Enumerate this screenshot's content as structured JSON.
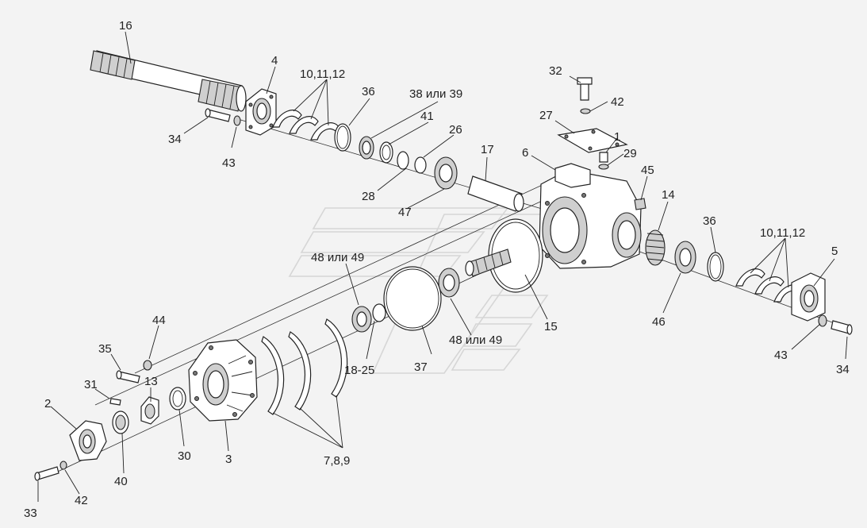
{
  "labels": [
    {
      "id": "16",
      "text": "16"
    },
    {
      "id": "4",
      "text": "4"
    },
    {
      "id": "10a",
      "text": "10,11,12"
    },
    {
      "id": "36a",
      "text": "36"
    },
    {
      "id": "38",
      "text": "38 или 39"
    },
    {
      "id": "41",
      "text": "41"
    },
    {
      "id": "26",
      "text": "26"
    },
    {
      "id": "34a",
      "text": "34"
    },
    {
      "id": "43a",
      "text": "43"
    },
    {
      "id": "28",
      "text": "28"
    },
    {
      "id": "17",
      "text": "17"
    },
    {
      "id": "47",
      "text": "47"
    },
    {
      "id": "32",
      "text": "32"
    },
    {
      "id": "42a",
      "text": "42"
    },
    {
      "id": "27",
      "text": "27"
    },
    {
      "id": "1",
      "text": "1"
    },
    {
      "id": "6",
      "text": "6"
    },
    {
      "id": "29",
      "text": "29"
    },
    {
      "id": "45",
      "text": "45"
    },
    {
      "id": "14",
      "text": "14"
    },
    {
      "id": "36b",
      "text": "36"
    },
    {
      "id": "10b",
      "text": "10,11,12"
    },
    {
      "id": "5",
      "text": "5"
    },
    {
      "id": "46",
      "text": "46"
    },
    {
      "id": "43b",
      "text": "43"
    },
    {
      "id": "34b",
      "text": "34"
    },
    {
      "id": "48a",
      "text": "48 или 49"
    },
    {
      "id": "15",
      "text": "15"
    },
    {
      "id": "48b",
      "text": "48 или 49"
    },
    {
      "id": "37",
      "text": "37"
    },
    {
      "id": "18",
      "text": "18-25"
    },
    {
      "id": "44",
      "text": "44"
    },
    {
      "id": "35",
      "text": "35"
    },
    {
      "id": "13",
      "text": "13"
    },
    {
      "id": "31",
      "text": "31"
    },
    {
      "id": "2",
      "text": "2"
    },
    {
      "id": "30",
      "text": "30"
    },
    {
      "id": "3",
      "text": "3"
    },
    {
      "id": "40",
      "text": "40"
    },
    {
      "id": "7",
      "text": "7,8,9"
    },
    {
      "id": "33",
      "text": "33"
    },
    {
      "id": "42b",
      "text": "42"
    }
  ]
}
